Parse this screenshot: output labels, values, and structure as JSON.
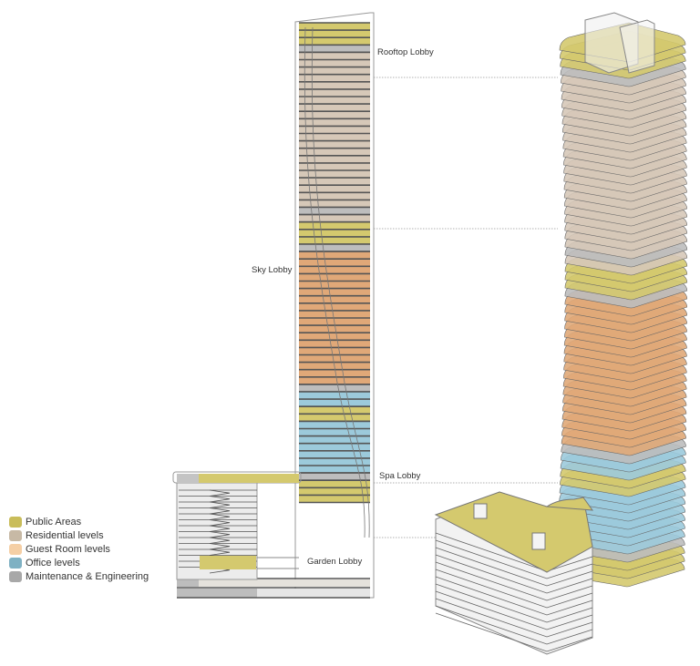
{
  "colors": {
    "public": "#d4c96e",
    "residential": "#d6c8b8",
    "guest": "#e0a878",
    "office": "#9ccadb",
    "maintenance": "#bdbdbd",
    "slab": "#555555",
    "outline": "#999999",
    "guide": "#999999",
    "podium_white": "#ececec"
  },
  "legend": {
    "items": [
      {
        "key": "public",
        "label": "Public Areas",
        "color": "#c9bd5a"
      },
      {
        "key": "residential",
        "label": "Residential levels",
        "color": "#c7b9a5"
      },
      {
        "key": "guest",
        "label": "Guest Room levels",
        "color": "#f5cfa5"
      },
      {
        "key": "office",
        "label": "Office levels",
        "color": "#7fb1c3"
      },
      {
        "key": "maintenance",
        "label": "Maintenance & Engineering",
        "color": "#a8a8a8"
      }
    ]
  },
  "annotations": {
    "rooftop_lobby": "Rooftop Lobby",
    "sky_lobby": "Sky Lobby",
    "spa_lobby": "Spa Lobby",
    "garden_lobby": "Garden Lobby"
  },
  "section": {
    "bands_top_to_bottom": [
      {
        "type": "public",
        "floors": 3,
        "note": "roof crown"
      },
      {
        "type": "maintenance",
        "floors": 1
      },
      {
        "type": "residential",
        "floors": 21
      },
      {
        "type": "maintenance",
        "floors": 1
      },
      {
        "type": "residential",
        "floors": 1
      },
      {
        "type": "public",
        "floors": 3,
        "note": "Sky Lobby"
      },
      {
        "type": "maintenance",
        "floors": 1
      },
      {
        "type": "guest",
        "floors": 18
      },
      {
        "type": "maintenance",
        "floors": 1
      },
      {
        "type": "office",
        "floors": 2
      },
      {
        "type": "public",
        "floors": 2,
        "note": "Spa Lobby"
      },
      {
        "type": "office",
        "floors": 7
      },
      {
        "type": "maintenance",
        "floors": 1
      },
      {
        "type": "public",
        "floors": 3,
        "note": "Garden Lobby"
      }
    ]
  }
}
